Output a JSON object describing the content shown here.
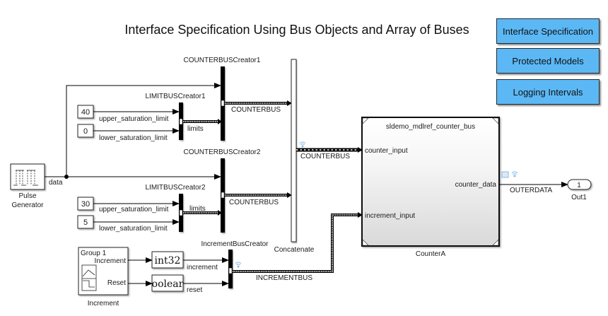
{
  "title": "Interface Specification Using Bus Objects and Array of Buses",
  "nav_buttons": [
    {
      "label": "Interface Specification"
    },
    {
      "label": "Protected Models"
    },
    {
      "label": "Logging Intervals"
    }
  ],
  "blocks": {
    "pulse_generator": {
      "label_line1": "Pulse",
      "label_line2": "Generator",
      "output_signal": "data"
    },
    "const_40": {
      "value": "40"
    },
    "const_0": {
      "value": "0"
    },
    "const_30": {
      "value": "30"
    },
    "const_5": {
      "value": "5"
    },
    "limitbus1": {
      "name": "LIMITBUSCreator1"
    },
    "limitbus2": {
      "name": "LIMITBUSCreator2"
    },
    "counterbus1": {
      "name": "COUNTERBUSCreator1"
    },
    "counterbus2": {
      "name": "COUNTERBUSCreator2"
    },
    "increment_bus_creator": {
      "name": "IncrementBusCreator"
    },
    "concatenate": {
      "name": "Concatenate"
    },
    "increment_group": {
      "group_label": "Group 1",
      "port1": "Increment",
      "port2": "Reset",
      "name": "Increment"
    },
    "convert_int32": {
      "text": "int32"
    },
    "convert_boolean": {
      "text": "oolear"
    },
    "model_ref": {
      "model_name": "sldemo_mdlref_counter_bus",
      "in1": "counter_input",
      "in2": "increment_input",
      "out1": "counter_data",
      "name": "CounterA"
    },
    "outport": {
      "number": "1",
      "name": "Out1"
    }
  },
  "signals": {
    "upper1": "upper_saturation_limit",
    "lower1": "lower_saturation_limit",
    "upper2": "upper_saturation_limit",
    "lower2": "lower_saturation_limit",
    "limits1": "limits",
    "limits2": "limits",
    "counterbus1": "COUNTERBUS",
    "counterbus2": "COUNTERBUS",
    "counterbus_concat": "COUNTERBUS",
    "increment": "increment",
    "reset": "reset",
    "incrementbus": "INCREMENTBUS",
    "outerdata": "OUTERDATA"
  }
}
